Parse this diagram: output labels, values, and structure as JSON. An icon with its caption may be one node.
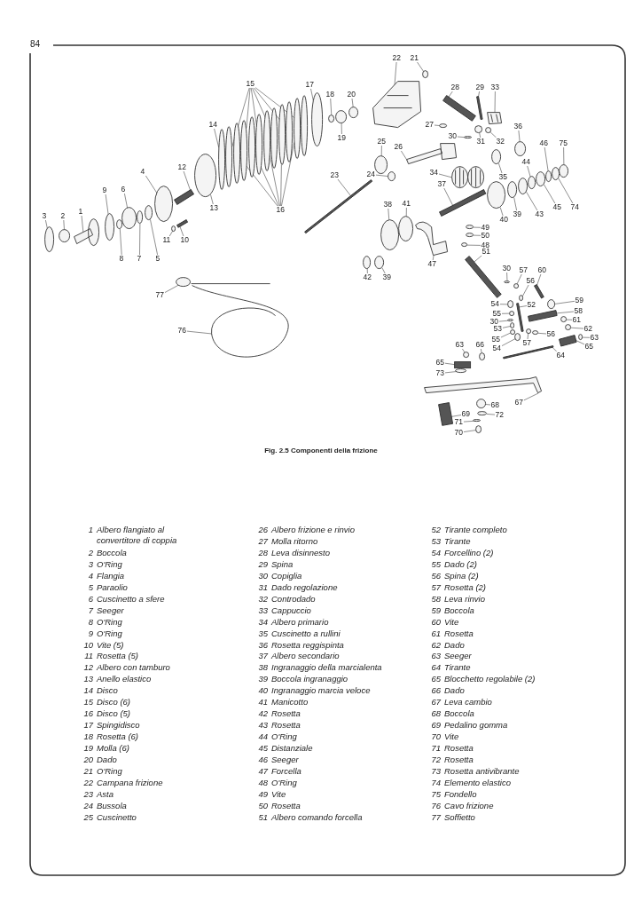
{
  "diagram": {
    "caption": "Fig. 2.5 Componenti della frizione",
    "nodes": [
      {
        "text": [
          "3"
        ]
      },
      {
        "text": [
          "2"
        ]
      },
      {
        "text": [
          "1"
        ]
      },
      {
        "text": [
          "9"
        ]
      },
      {
        "text": [
          "6"
        ]
      },
      {
        "text": [
          "4"
        ]
      },
      {
        "text": [
          "12"
        ]
      },
      {
        "text": [
          "14"
        ]
      },
      {
        "text": [
          "13"
        ]
      },
      {
        "text": [
          "15"
        ]
      },
      {
        "text": [
          "16"
        ]
      },
      {
        "text": [
          "17"
        ]
      },
      {
        "text": [
          "18"
        ]
      },
      {
        "text": [
          "19"
        ]
      },
      {
        "text": [
          "20"
        ]
      },
      {
        "text": [
          "22"
        ]
      },
      {
        "text": [
          "21"
        ]
      },
      {
        "text": [
          "28"
        ]
      },
      {
        "text": [
          "29"
        ]
      },
      {
        "text": [
          "33"
        ]
      },
      {
        "text": [
          "27"
        ]
      },
      {
        "text": [
          "30"
        ]
      },
      {
        "text": [
          "31"
        ]
      },
      {
        "text": [
          "32"
        ]
      },
      {
        "text": [
          "36"
        ]
      },
      {
        "text": [
          "26"
        ]
      },
      {
        "text": [
          "25"
        ]
      },
      {
        "text": [
          "24"
        ]
      },
      {
        "text": [
          "23"
        ]
      },
      {
        "text": [
          "34"
        ]
      },
      {
        "text": [
          "35"
        ]
      },
      {
        "text": [
          "46"
        ]
      },
      {
        "text": [
          "75"
        ]
      },
      {
        "text": [
          "44"
        ]
      },
      {
        "text": [
          "45"
        ]
      },
      {
        "text": [
          "74"
        ]
      },
      {
        "text": [
          "40"
        ]
      },
      {
        "text": [
          "39"
        ]
      },
      {
        "text": [
          "43"
        ]
      },
      {
        "text": [
          "37"
        ]
      },
      {
        "text": [
          "38"
        ]
      },
      {
        "text": [
          "41"
        ]
      },
      {
        "text": [
          "49"
        ]
      },
      {
        "text": [
          "50"
        ]
      },
      {
        "text": [
          "48"
        ]
      },
      {
        "text": [
          "51"
        ]
      },
      {
        "text": [
          "47"
        ]
      },
      {
        "text": [
          "42"
        ]
      },
      {
        "text": [
          "39"
        ]
      },
      {
        "text": [
          "30"
        ]
      },
      {
        "text": [
          "57"
        ]
      },
      {
        "text": [
          "60"
        ]
      },
      {
        "text": [
          "56"
        ]
      },
      {
        "text": [
          "59"
        ]
      },
      {
        "text": [
          "54"
        ]
      },
      {
        "text": [
          "52"
        ]
      },
      {
        "text": [
          "58"
        ]
      },
      {
        "text": [
          "55"
        ]
      },
      {
        "text": [
          "61"
        ]
      },
      {
        "text": [
          "30"
        ]
      },
      {
        "text": [
          "53"
        ]
      },
      {
        "text": [
          "62"
        ]
      },
      {
        "text": [
          "55"
        ]
      },
      {
        "text": [
          "56"
        ]
      },
      {
        "text": [
          "63"
        ]
      },
      {
        "text": [
          "57"
        ]
      },
      {
        "text": [
          "54"
        ]
      },
      {
        "text": [
          "65"
        ]
      },
      {
        "text": [
          "63"
        ]
      },
      {
        "text": [
          "66"
        ]
      },
      {
        "text": [
          "64"
        ]
      },
      {
        "text": [
          "65"
        ]
      },
      {
        "text": [
          "73"
        ]
      },
      {
        "text": [
          "67"
        ]
      },
      {
        "text": [
          "68"
        ]
      },
      {
        "text": [
          "69"
        ]
      },
      {
        "text": [
          "72"
        ]
      },
      {
        "text": [
          "71"
        ]
      },
      {
        "text": [
          "70"
        ]
      },
      {
        "text": [
          "76"
        ]
      },
      {
        "text": [
          "77"
        ]
      },
      {
        "text": [
          "8"
        ]
      },
      {
        "text": [
          "7"
        ]
      },
      {
        "text": [
          "5"
        ]
      },
      {
        "text": [
          "11"
        ]
      },
      {
        "text": [
          "10"
        ]
      },
      {
        "text": [],
        "shape": "circle"
      },
      {
        "text": [],
        "shape": "circle"
      },
      {
        "text": [],
        "shape": "picture"
      },
      {
        "text": [],
        "shape": "circle"
      },
      {
        "text": [],
        "shape": "circle"
      },
      {
        "text": [],
        "shape": "circle"
      },
      {
        "text": [],
        "shape": "bar"
      },
      {
        "text": [],
        "shape": "circle"
      },
      {
        "text": [],
        "shape": "circle"
      },
      {
        "text": [],
        "shape": "circle"
      },
      {
        "text": [],
        "shape": "circle"
      },
      {
        "text": [],
        "shape": "circle"
      },
      {
        "text": [],
        "shape": "circle"
      },
      {
        "text": [],
        "shape": "circle"
      },
      {
        "text": [],
        "shape": "circle"
      },
      {
        "text": [],
        "shape": "circle"
      },
      {
        "text": [],
        "shape": "circle"
      },
      {
        "text": [],
        "shape": "circle"
      },
      {
        "text": [],
        "shape": "circle"
      },
      {
        "text": [],
        "shape": "circle"
      },
      {
        "text": [],
        "shape": "circle"
      },
      {
        "text": [],
        "shape": "circle"
      },
      {
        "text": [],
        "shape": "circle"
      },
      {
        "text": [],
        "shape": "circle"
      },
      {
        "text": [],
        "shape": "picture"
      },
      {
        "text": [],
        "shape": "circle"
      },
      {
        "text": [],
        "shape": "bar"
      },
      {
        "text": [],
        "shape": "bar"
      },
      {
        "text": [],
        "shape": "picture"
      },
      {
        "text": [],
        "shape": "circle"
      },
      {
        "text": [],
        "shape": "circle"
      },
      {
        "text": [],
        "shape": "circle"
      },
      {
        "text": [],
        "shape": "circle"
      },
      {
        "text": [],
        "shape": "circle"
      },
      {
        "text": [],
        "shape": "picture"
      },
      {
        "text": [],
        "shape": "circle"
      },
      {
        "text": [],
        "shape": "circle"
      },
      {
        "text": [],
        "shape": "bar"
      },
      {
        "text": [],
        "shape": "picture"
      },
      {
        "text": [],
        "shape": "circle"
      },
      {
        "text": [],
        "shape": "circle"
      },
      {
        "text": [],
        "shape": "circle"
      },
      {
        "text": [],
        "shape": "circle"
      },
      {
        "text": [],
        "shape": "circle"
      },
      {
        "text": [],
        "shape": "circle"
      },
      {
        "text": [],
        "shape": "circle"
      },
      {
        "text": [],
        "shape": "circle"
      },
      {
        "text": [],
        "shape": "circle"
      },
      {
        "text": [],
        "shape": "bar"
      },
      {
        "text": [],
        "shape": "circle"
      },
      {
        "text": [],
        "shape": "circle"
      },
      {
        "text": [],
        "shape": "circle"
      },
      {
        "text": [],
        "shape": "circle"
      },
      {
        "text": [],
        "shape": "circle"
      },
      {
        "text": [],
        "shape": "bar"
      },
      {
        "text": [],
        "shape": "picture"
      },
      {
        "text": [],
        "shape": "circle"
      },
      {
        "text": [],
        "shape": "circle"
      },
      {
        "text": [],
        "shape": "circle"
      },
      {
        "text": [],
        "shape": "circle"
      },
      {
        "text": [],
        "shape": "bar"
      },
      {
        "text": [],
        "shape": "circle"
      },
      {
        "text": [],
        "shape": "circle"
      },
      {
        "text": [],
        "shape": "circle"
      },
      {
        "text": [],
        "shape": "bar"
      },
      {
        "text": [],
        "shape": "bar"
      },
      {
        "text": [],
        "shape": "circle"
      },
      {
        "text": [],
        "shape": "circle"
      },
      {
        "text": [],
        "shape": "circle"
      },
      {
        "text": [],
        "shape": "circle"
      },
      {
        "text": [],
        "shape": "circle"
      },
      {
        "text": [],
        "shape": "circle"
      },
      {
        "text": [],
        "shape": "circle"
      },
      {
        "text": [],
        "shape": "circle"
      },
      {
        "text": [],
        "shape": "circle"
      },
      {
        "text": [],
        "shape": "circle"
      },
      {
        "text": [],
        "shape": "bar"
      },
      {
        "text": [],
        "shape": "circle"
      },
      {
        "text": [],
        "shape": "circle"
      },
      {
        "text": [],
        "shape": "bar"
      },
      {
        "text": [],
        "shape": "bar"
      },
      {
        "text": [],
        "shape": "circle"
      },
      {
        "text": [],
        "shape": "picture"
      },
      {
        "text": [],
        "shape": "circle"
      },
      {
        "text": [],
        "shape": "bar"
      },
      {
        "text": [],
        "shape": "circle"
      },
      {
        "text": [],
        "shape": "circle"
      },
      {
        "text": [],
        "shape": "circle"
      },
      {
        "text": [],
        "shape": "picture"
      },
      {
        "text": [],
        "shape": "circle"
      },
      {
        "text": [],
        "shape": "circle"
      },
      {
        "text": [],
        "shape": "circle"
      },
      {
        "text": [],
        "shape": "circle"
      },
      {
        "text": [],
        "shape": "circle"
      },
      {
        "text": [],
        "shape": "bar"
      }
    ],
    "edges": [
      {
        "from": 0,
        "to": 86,
        "arrow": "none"
      },
      {
        "from": 1,
        "to": 87,
        "arrow": "none"
      },
      {
        "from": 2,
        "to": 88,
        "arrow": "none"
      },
      {
        "from": 3,
        "to": 89,
        "arrow": "none"
      },
      {
        "from": 4,
        "to": 90,
        "arrow": "none"
      },
      {
        "from": 5,
        "to": 91,
        "arrow": "none"
      },
      {
        "from": 6,
        "to": 92,
        "arrow": "none"
      },
      {
        "from": 7,
        "to": 93,
        "arrow": "none"
      },
      {
        "from": 8,
        "to": 94,
        "arrow": "none"
      },
      {
        "from": 9,
        "to": 95,
        "arrow": "none"
      },
      {
        "from": 9,
        "to": 96,
        "arrow": "none"
      },
      {
        "from": 9,
        "to": 97,
        "arrow": "none"
      },
      {
        "from": 9,
        "to": 98,
        "arrow": "none"
      },
      {
        "from": 9,
        "to": 99,
        "arrow": "none"
      },
      {
        "from": 9,
        "to": 100,
        "arrow": "none"
      },
      {
        "from": 10,
        "to": 101,
        "arrow": "none"
      },
      {
        "from": 10,
        "to": 102,
        "arrow": "none"
      },
      {
        "from": 10,
        "to": 103,
        "arrow": "none"
      },
      {
        "from": 10,
        "to": 104,
        "arrow": "none"
      },
      {
        "from": 10,
        "to": 105,
        "arrow": "none"
      },
      {
        "from": 11,
        "to": 106,
        "arrow": "none"
      },
      {
        "from": 12,
        "to": 107,
        "arrow": "none"
      },
      {
        "from": 13,
        "to": 108,
        "arrow": "none"
      },
      {
        "from": 14,
        "to": 109,
        "arrow": "none"
      },
      {
        "from": 15,
        "to": 110,
        "arrow": "none"
      },
      {
        "from": 16,
        "to": 111,
        "arrow": "none"
      },
      {
        "from": 17,
        "to": 112,
        "arrow": "none"
      },
      {
        "from": 18,
        "to": 113,
        "arrow": "none"
      },
      {
        "from": 19,
        "to": 114,
        "arrow": "none"
      },
      {
        "from": 20,
        "to": 115,
        "arrow": "none"
      },
      {
        "from": 21,
        "to": 116,
        "arrow": "none"
      },
      {
        "from": 22,
        "to": 117,
        "arrow": "none"
      },
      {
        "from": 23,
        "to": 118,
        "arrow": "none"
      },
      {
        "from": 24,
        "to": 119,
        "arrow": "none"
      },
      {
        "from": 25,
        "to": 120,
        "arrow": "none"
      },
      {
        "from": 26,
        "to": 121,
        "arrow": "none"
      },
      {
        "from": 27,
        "to": 122,
        "arrow": "none"
      },
      {
        "from": 28,
        "to": 123,
        "arrow": "none"
      },
      {
        "from": 29,
        "to": 124,
        "arrow": "none"
      },
      {
        "from": 30,
        "to": 125,
        "arrow": "none"
      },
      {
        "from": 31,
        "to": 126,
        "arrow": "none"
      },
      {
        "from": 32,
        "to": 127,
        "arrow": "none"
      },
      {
        "from": 33,
        "to": 128,
        "arrow": "none"
      },
      {
        "from": 34,
        "to": 129,
        "arrow": "none"
      },
      {
        "from": 35,
        "to": 130,
        "arrow": "none"
      },
      {
        "from": 36,
        "to": 131,
        "arrow": "none"
      },
      {
        "from": 37,
        "to": 132,
        "arrow": "none"
      },
      {
        "from": 38,
        "to": 133,
        "arrow": "none"
      },
      {
        "from": 39,
        "to": 134,
        "arrow": "none"
      },
      {
        "from": 40,
        "to": 135,
        "arrow": "none"
      },
      {
        "from": 41,
        "to": 136,
        "arrow": "none"
      },
      {
        "from": 42,
        "to": 137,
        "arrow": "none"
      },
      {
        "from": 43,
        "to": 138,
        "arrow": "none"
      },
      {
        "from": 44,
        "to": 139,
        "arrow": "none"
      },
      {
        "from": 45,
        "to": 140,
        "arrow": "none"
      },
      {
        "from": 46,
        "to": 141,
        "arrow": "none"
      },
      {
        "from": 47,
        "to": 142,
        "arrow": "none"
      },
      {
        "from": 48,
        "to": 143,
        "arrow": "none"
      },
      {
        "from": 49,
        "to": 144,
        "arrow": "none"
      },
      {
        "from": 50,
        "to": 145,
        "arrow": "none"
      },
      {
        "from": 51,
        "to": 146,
        "arrow": "none"
      },
      {
        "from": 52,
        "to": 147,
        "arrow": "none"
      },
      {
        "from": 53,
        "to": 148,
        "arrow": "none"
      },
      {
        "from": 54,
        "to": 149,
        "arrow": "none"
      },
      {
        "from": 55,
        "to": 150,
        "arrow": "none"
      },
      {
        "from": 56,
        "to": 151,
        "arrow": "none"
      },
      {
        "from": 57,
        "to": 152,
        "arrow": "none"
      },
      {
        "from": 58,
        "to": 153,
        "arrow": "none"
      },
      {
        "from": 59,
        "to": 154,
        "arrow": "none"
      },
      {
        "from": 60,
        "to": 155,
        "arrow": "none"
      },
      {
        "from": 61,
        "to": 156,
        "arrow": "none"
      },
      {
        "from": 62,
        "to": 157,
        "arrow": "none"
      },
      {
        "from": 63,
        "to": 158,
        "arrow": "none"
      },
      {
        "from": 64,
        "to": 159,
        "arrow": "none"
      },
      {
        "from": 65,
        "to": 160,
        "arrow": "none"
      },
      {
        "from": 66,
        "to": 161,
        "arrow": "none"
      },
      {
        "from": 67,
        "to": 162,
        "arrow": "none"
      },
      {
        "from": 68,
        "to": 163,
        "arrow": "none"
      },
      {
        "from": 69,
        "to": 164,
        "arrow": "none"
      },
      {
        "from": 70,
        "to": 165,
        "arrow": "none"
      },
      {
        "from": 71,
        "to": 166,
        "arrow": "none"
      },
      {
        "from": 72,
        "to": 167,
        "arrow": "none"
      },
      {
        "from": 73,
        "to": 168,
        "arrow": "none"
      },
      {
        "from": 74,
        "to": 169,
        "arrow": "none"
      },
      {
        "from": 75,
        "to": 170,
        "arrow": "none"
      },
      {
        "from": 76,
        "to": 171,
        "arrow": "none"
      },
      {
        "from": 77,
        "to": 172,
        "arrow": "none"
      },
      {
        "from": 78,
        "to": 173,
        "arrow": "none"
      },
      {
        "from": 79,
        "to": 174,
        "arrow": "none"
      },
      {
        "from": 80,
        "to": 175,
        "arrow": "none"
      },
      {
        "from": 81,
        "to": 176,
        "arrow": "none"
      },
      {
        "from": 82,
        "to": 177,
        "arrow": "none"
      },
      {
        "from": 83,
        "to": 178,
        "arrow": "none"
      },
      {
        "from": 84,
        "to": 179,
        "arrow": "none"
      },
      {
        "from": 85,
        "to": 180,
        "arrow": "none"
      }
    ],
    "labels": [
      "84",
      "1",
      "Albero flangiato al convertitore di coppia",
      "2",
      "Boccola",
      "3",
      "O'Ring",
      "4",
      "Flangia",
      "5",
      "Paraolio",
      "6",
      "Cuscinetto a sfere",
      "7",
      "Seeger",
      "8",
      "O'Ring",
      "9",
      "O'Ring",
      "10",
      "Vite (5)",
      "11",
      "Rosetta (5)",
      "12",
      "Albero con tamburo",
      "13",
      "Anello elastico",
      "14",
      "Disco",
      "15",
      "Disco (6)",
      "16",
      "Disco (5)",
      "17",
      "Spingidisco",
      "18",
      "Rosetta (6)",
      "19",
      "Molla (6)",
      "20",
      "Dado",
      "21",
      "O'Ring",
      "22",
      "Campana frizione",
      "23",
      "Asta",
      "24",
      "Bussola",
      "25",
      "Cuscinetto",
      "26",
      "Albero frizione e rinvio",
      "27",
      "Molla ritorno",
      "28",
      "Leva disinnesto",
      "29",
      "Spina",
      "30",
      "Copiglia",
      "31",
      "Dado regolazione",
      "32",
      "Controdado",
      "33",
      "Cappuccio",
      "34",
      "Albero primario",
      "35",
      "Cuscinetto a rullini",
      "36",
      "Rosetta reggispinta",
      "37",
      "Albero secondario",
      "38",
      "Ingranaggio della marcialenta",
      "39",
      "Boccola ingranaggio",
      "40",
      "Ingranaggio marcia veloce",
      "41",
      "Manicotto",
      "42",
      "Rosetta",
      "43",
      "Rosetta",
      "44",
      "O'Ring",
      "45",
      "Distanziale",
      "46",
      "Seeger",
      "47",
      "Forcella",
      "48",
      "O'Ring",
      "49",
      "Vite",
      "50",
      "Rosetta",
      "51",
      "Albero comando forcella",
      "52",
      "Tirante completo",
      "53",
      "Tirante",
      "54",
      "Forcellino (2)",
      "55",
      "Dado (2)",
      "56",
      "Spina (2)",
      "57",
      "Rosetta (2)",
      "58",
      "Leva rinvio",
      "59",
      "Boccola",
      "60",
      "Vite",
      "61",
      "Rosetta",
      "62",
      "Dado",
      "63",
      "Seeger",
      "64",
      "Tirante",
      "65",
      "Blocchetto regolabile (2)",
      "66",
      "Dado",
      "67",
      "Leva cambio",
      "68",
      "Boccola",
      "69",
      "Pedalino gomma",
      "70",
      "Vite",
      "71",
      "Rosetta",
      "72",
      "Rosetta",
      "73",
      "Rosetta antivibrante",
      "74",
      "Elemento elastico",
      "75",
      "Fondello",
      "76",
      "Cavo frizione",
      "77",
      "Soffietto"
    ]
  }
}
